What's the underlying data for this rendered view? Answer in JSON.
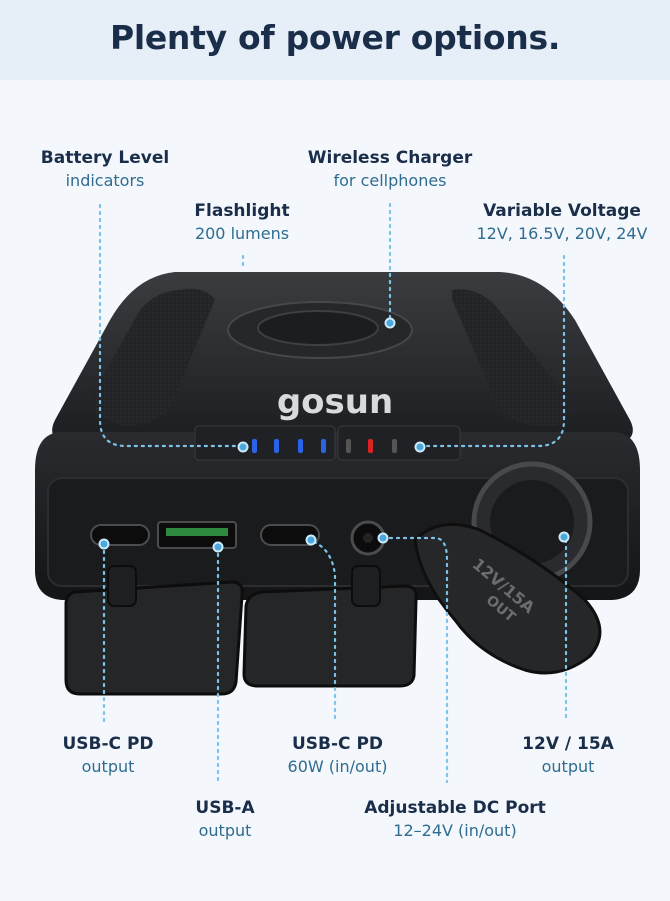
{
  "header": {
    "title": "Plenty of power options."
  },
  "product": {
    "brand": "gosun",
    "port_cap_text_line1": "12V/15A",
    "port_cap_text_line2": "OUT"
  },
  "callouts": {
    "battery_level": {
      "title": "Battery Level",
      "sub": "indicators"
    },
    "wireless_charger": {
      "title": "Wireless Charger",
      "sub": "for cellphones"
    },
    "flashlight": {
      "title": "Flashlight",
      "sub": "200 lumens"
    },
    "variable_voltage": {
      "title": "Variable Voltage",
      "sub": "12V, 16.5V, 20V, 24V"
    },
    "usbc_pd_1": {
      "title": "USB-C PD",
      "sub": "output"
    },
    "usbc_pd_2": {
      "title": "USB-C PD",
      "sub": "60W (in/out)"
    },
    "usb_a": {
      "title": "USB-A",
      "sub": "output"
    },
    "outlet_12v": {
      "title": "12V / 15A",
      "sub": "output"
    },
    "dc_port": {
      "title": "Adjustable DC Port",
      "sub": "12–24V (in/out)"
    }
  },
  "colors": {
    "accent": "#2f6c8f",
    "title": "#1a2e4a",
    "dot": "#7cc3ea",
    "banner": "#e6eef7"
  }
}
